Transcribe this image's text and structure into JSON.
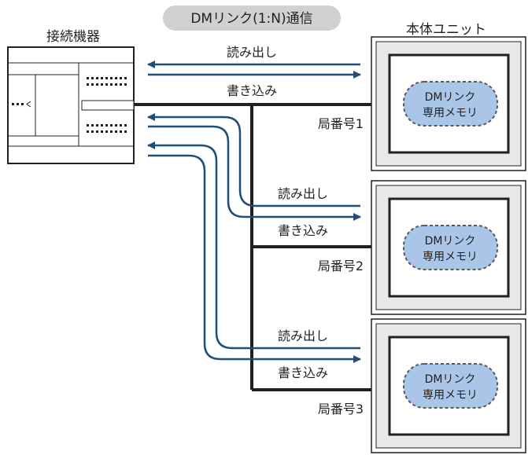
{
  "diagram": {
    "title": "DMリンク(1:N)通信",
    "connected_device_label": "接続機器",
    "main_unit_label": "本体ユニット",
    "memory_label_line1": "DMリンク",
    "memory_label_line2": "専用メモリ",
    "stations": [
      {
        "station_label": "局番号1",
        "read_label": "読み出し",
        "write_label": "書き込み"
      },
      {
        "station_label": "局番号2",
        "read_label": "読み出し",
        "write_label": "書き込み"
      },
      {
        "station_label": "局番号3",
        "read_label": "読み出し",
        "write_label": "書き込み"
      }
    ],
    "colors": {
      "arrow": "#1f4e79",
      "bus_line": "#231f20",
      "title_pill": "#d0d0d0",
      "memory_fill": "#a9c6e8",
      "memory_border": "#595959",
      "panel_frame": "#e8e8e8"
    }
  }
}
